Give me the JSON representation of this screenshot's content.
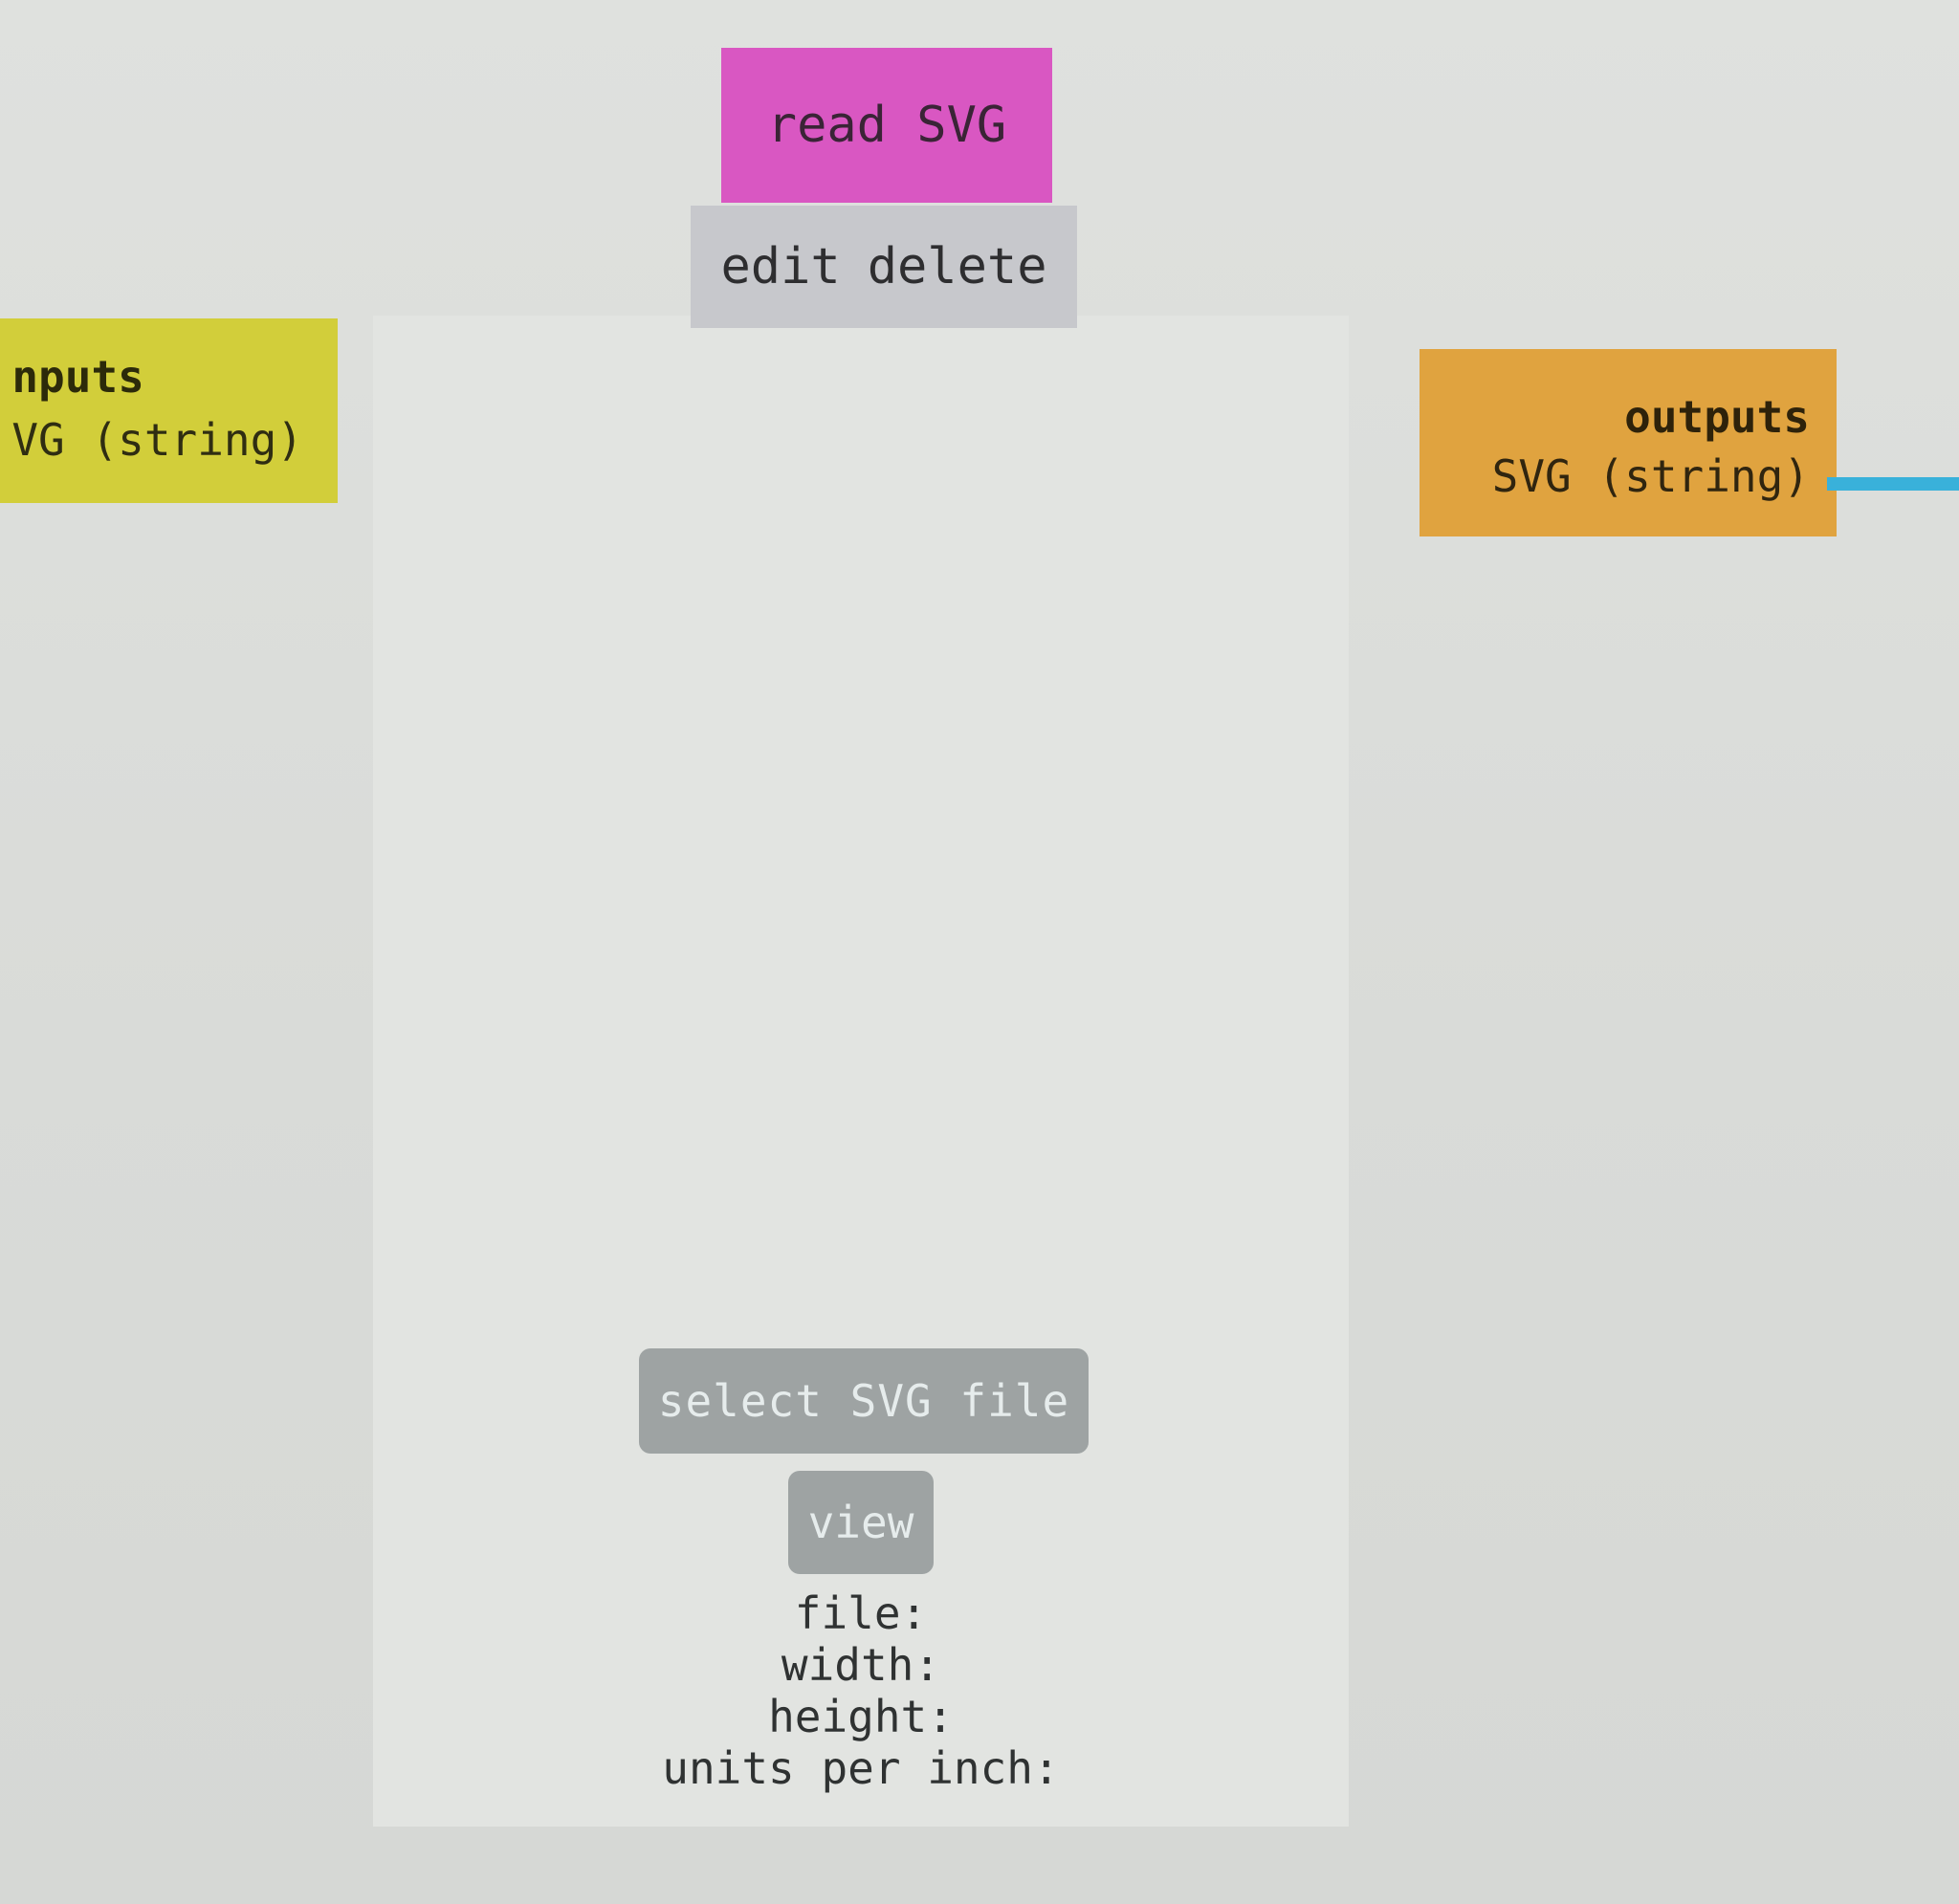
{
  "module": {
    "title": "read SVG",
    "colors": {
      "title_bg": "#d957c2",
      "inputs_bg": "#d2ce3a",
      "outputs_bg": "#e0a33f",
      "connector": "#39b1da"
    }
  },
  "edit_bar": {
    "edit_label": "edit",
    "delete_label": "delete"
  },
  "inputs": {
    "title": "nputs",
    "type": "VG (string)"
  },
  "outputs": {
    "title": "outputs",
    "type": "SVG (string)"
  },
  "controls": {
    "select_label": "select SVG file",
    "view_label": "view"
  },
  "info": {
    "file_label": "file:",
    "width_label": "width:",
    "height_label": "height:",
    "units_label": "units per inch:"
  }
}
